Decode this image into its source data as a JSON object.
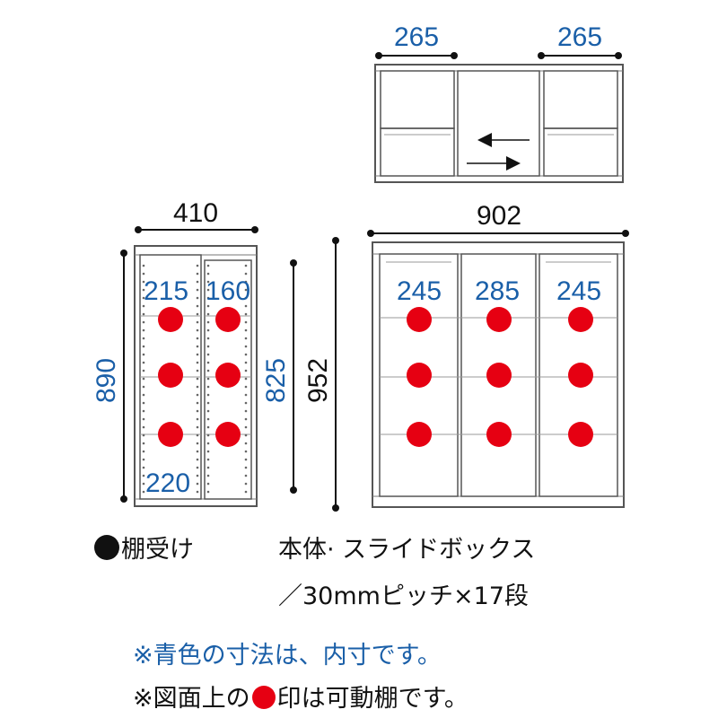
{
  "top_view": {
    "dim_left": "265",
    "dim_right": "265"
  },
  "side_view": {
    "width": "410",
    "height_outer": "890",
    "height_inner": "825",
    "height_total": "952",
    "inner_left": "215",
    "inner_right": "160",
    "inner_bottom": "220"
  },
  "front_view": {
    "width": "902",
    "inner_left": "245",
    "inner_center": "285",
    "inner_right": "245"
  },
  "legend": {
    "shelf_support_label": "棚受け",
    "spec_line1": "本体· スライドボックス",
    "spec_line2": "／30mmピッチ×17段"
  },
  "notes": {
    "note1": "※青色の寸法は、内寸です。",
    "note2_prefix": "※図面上の",
    "note2_suffix": "印は可動棚です。"
  },
  "colors": {
    "dimension_blue": "#1a5fa8",
    "shelf_red": "#e60012",
    "outline": "#555555"
  }
}
